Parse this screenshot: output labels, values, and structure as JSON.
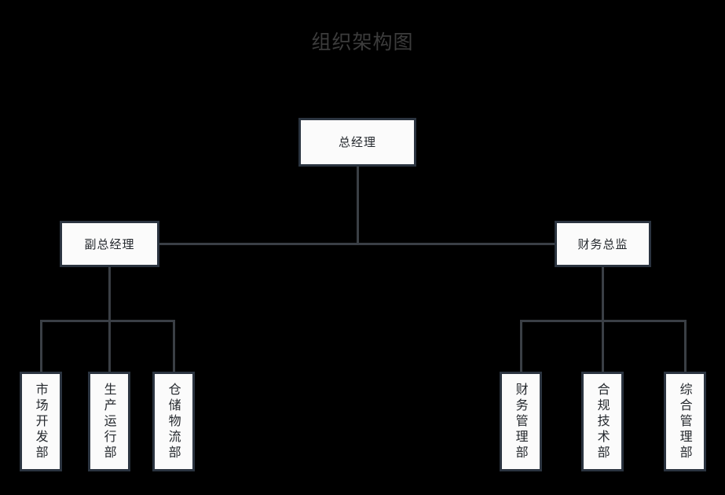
{
  "page": {
    "title": "组织架构图",
    "background_color": "#000000",
    "title_color": "#3c3c3c",
    "node_fill": "#fbfbfb",
    "node_border": "#2b3440",
    "edge_color": "#3a3f45"
  },
  "chart_data": {
    "type": "diagram",
    "diagram_kind": "org-chart",
    "title": "组织架构图",
    "orientation": "top-down",
    "levels": 3,
    "nodes": [
      {
        "id": "n0",
        "label": "总经理",
        "level": 1,
        "parent": null,
        "text_orientation": "horizontal"
      },
      {
        "id": "n1",
        "label": "副总经理",
        "level": 2,
        "parent": "n0",
        "text_orientation": "horizontal"
      },
      {
        "id": "n2",
        "label": "财务总监",
        "level": 2,
        "parent": "n0",
        "text_orientation": "horizontal"
      },
      {
        "id": "n3",
        "label": "市场开发部",
        "level": 3,
        "parent": "n1",
        "text_orientation": "vertical"
      },
      {
        "id": "n4",
        "label": "生产运行部",
        "level": 3,
        "parent": "n1",
        "text_orientation": "vertical"
      },
      {
        "id": "n5",
        "label": "仓储物流部",
        "level": 3,
        "parent": "n1",
        "text_orientation": "vertical"
      },
      {
        "id": "n6",
        "label": "财务管理部",
        "level": 3,
        "parent": "n2",
        "text_orientation": "vertical"
      },
      {
        "id": "n7",
        "label": "合规技术部",
        "level": 3,
        "parent": "n2",
        "text_orientation": "vertical"
      },
      {
        "id": "n8",
        "label": "综合管理部",
        "level": 3,
        "parent": "n2",
        "text_orientation": "vertical"
      }
    ],
    "edges": [
      {
        "from": "n0",
        "to": "n1"
      },
      {
        "from": "n0",
        "to": "n2"
      },
      {
        "from": "n1",
        "to": "n3"
      },
      {
        "from": "n1",
        "to": "n4"
      },
      {
        "from": "n1",
        "to": "n5"
      },
      {
        "from": "n2",
        "to": "n6"
      },
      {
        "from": "n2",
        "to": "n7"
      },
      {
        "from": "n2",
        "to": "n8"
      }
    ]
  }
}
